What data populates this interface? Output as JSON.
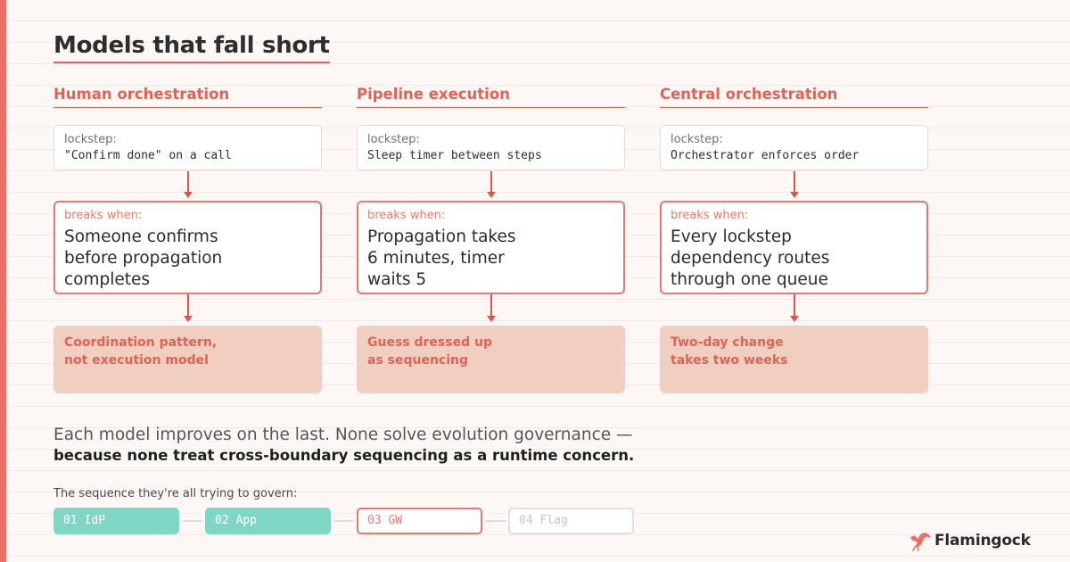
{
  "title": "Models that fall short",
  "columns": [
    {
      "heading": "Human orchestration",
      "lockstep_label": "lockstep:",
      "lockstep_text": "\"Confirm done\" on a call",
      "breaks_label": "breaks when:",
      "breaks_lines": [
        "Someone confirms",
        "before propagation",
        "completes"
      ],
      "outcome_lines": [
        "Coordination pattern,",
        "not execution model"
      ]
    },
    {
      "heading": "Pipeline execution",
      "lockstep_label": "lockstep:",
      "lockstep_text": "Sleep timer between steps",
      "breaks_label": "breaks when:",
      "breaks_lines": [
        "Propagation takes",
        "6 minutes, timer",
        "waits 5"
      ],
      "outcome_lines": [
        "Guess dressed up",
        "as sequencing"
      ]
    },
    {
      "heading": "Central orchestration",
      "lockstep_label": "lockstep:",
      "lockstep_text": "Orchestrator enforces order",
      "breaks_label": "breaks when:",
      "breaks_lines": [
        "Every lockstep",
        "dependency routes",
        "through one queue"
      ],
      "outcome_lines": [
        "Two-day change",
        "takes two weeks"
      ]
    }
  ],
  "summary": {
    "line1": "Each model improves on the last. None solve evolution governance —",
    "line2": "because none treat cross-boundary sequencing as a runtime concern."
  },
  "sequence": {
    "caption": "The sequence they're all trying to govern:",
    "steps": [
      {
        "label": "01 IdP",
        "state": "done"
      },
      {
        "label": "02 App",
        "state": "done"
      },
      {
        "label": "03 GW",
        "state": "current"
      },
      {
        "label": "04 Flag",
        "state": "pending"
      }
    ]
  },
  "brand": {
    "name": "Flamingock",
    "logo_icon": "flamingo-bird-icon"
  },
  "colors": {
    "accent": "#e06156",
    "accent_light": "#e8776d",
    "outcome_bg": "#f0cfc1",
    "teal": "#7fd6c4",
    "background": "#fdf8f5"
  }
}
